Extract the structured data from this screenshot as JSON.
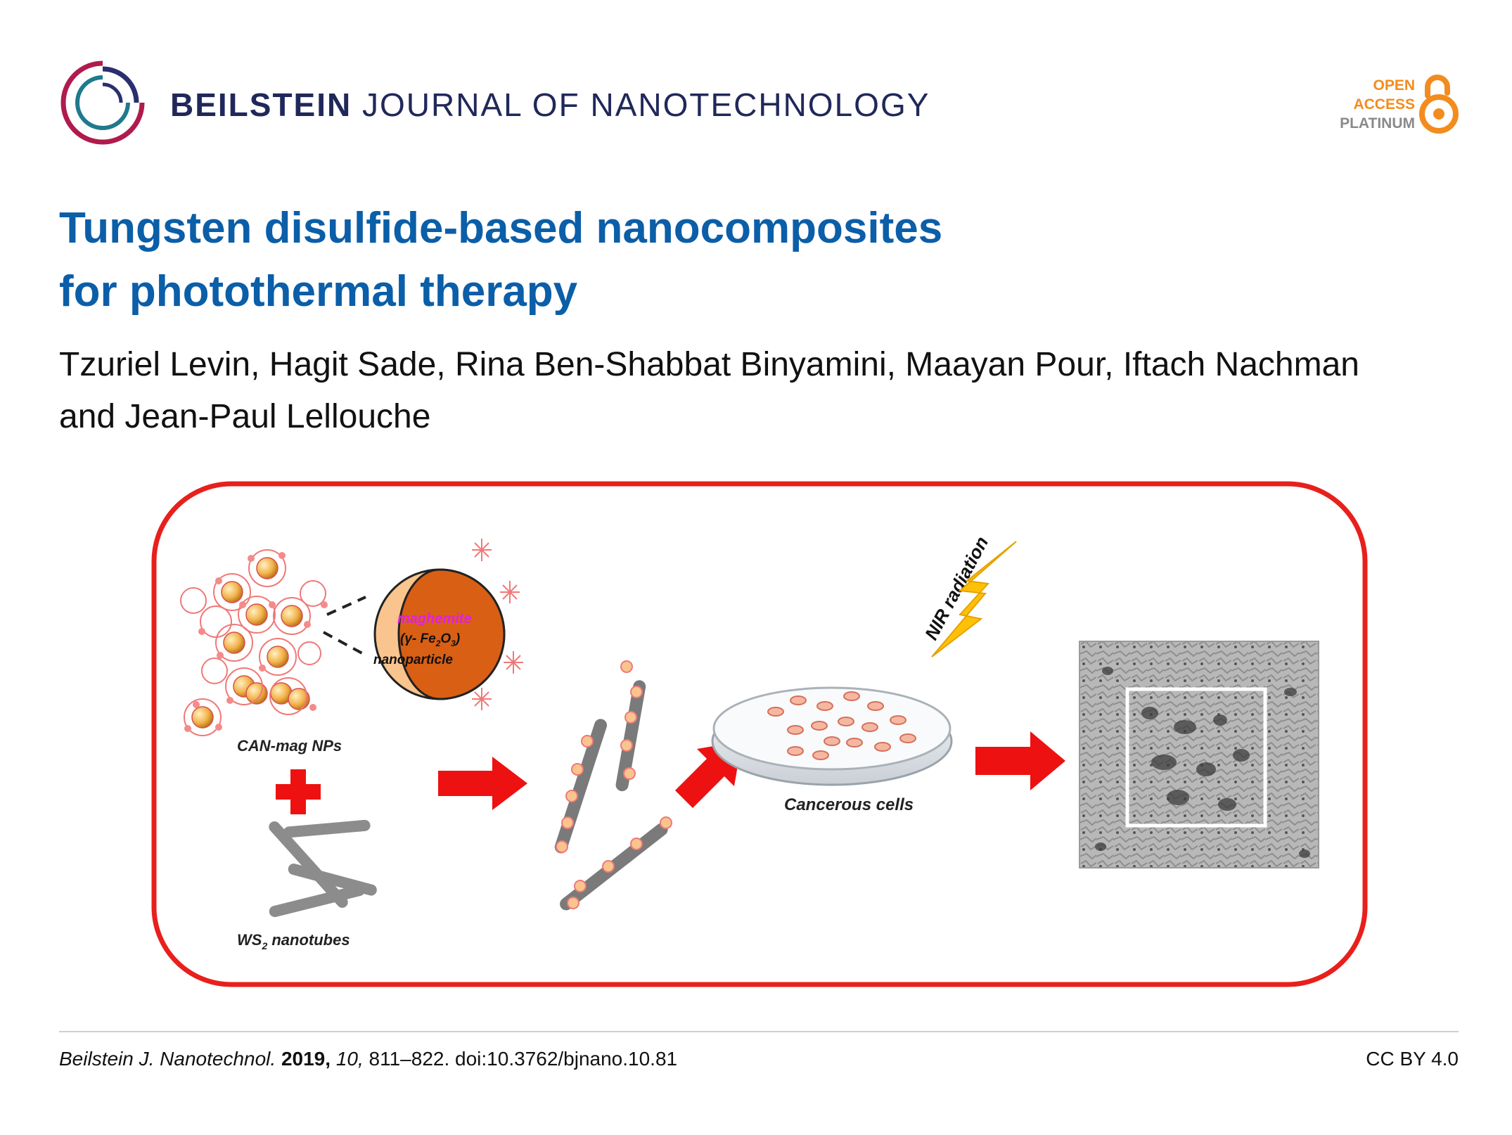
{
  "header": {
    "journal_brand": "BEILSTEIN",
    "journal_rest": "JOURNAL OF NANOTECHNOLOGY",
    "open_access": [
      "OPEN",
      "ACCESS",
      "PLATINUM"
    ]
  },
  "article": {
    "title_lines": [
      "Tungsten disulfide-based nanocomposites",
      "for photothermal therapy"
    ],
    "author_lines": [
      "Tzuriel Levin, Hagit Sade, Rina Ben-Shabbat Binyamini, Maayan Pour, Iftach Nachman",
      "and Jean-Paul Lellouche"
    ]
  },
  "figure": {
    "labels": {
      "can_mag": "CAN-mag  NPs",
      "maghemite": "maghemite",
      "formula_open": "(",
      "formula_gamma": "γ- Fe",
      "formula_sub1": "2",
      "formula_o": "O",
      "formula_sub2": "3",
      "formula_close": ")",
      "nanoparticle": "nanoparticle",
      "ws2_ws": "WS",
      "ws2_sub": "2",
      "ws2_rest": " nanotubes",
      "cancer": "Cancerous cells",
      "nir": "NIR radiation"
    },
    "colors": {
      "frame": "#e8201c",
      "arrow": "#ee1111",
      "nanoparticle_fill": "#f9c48e",
      "nanoparticle_shell": "#d95f14",
      "bolt": "#ffc107",
      "maghemite_text": "#e020e0"
    }
  },
  "footer": {
    "journal_abbrev": "Beilstein J. Nanotechnol.",
    "year": "2019,",
    "volume": "10,",
    "pages_doi": "811–822. doi:10.3762/bjnano.10.81",
    "license": "CC BY 4.0"
  }
}
